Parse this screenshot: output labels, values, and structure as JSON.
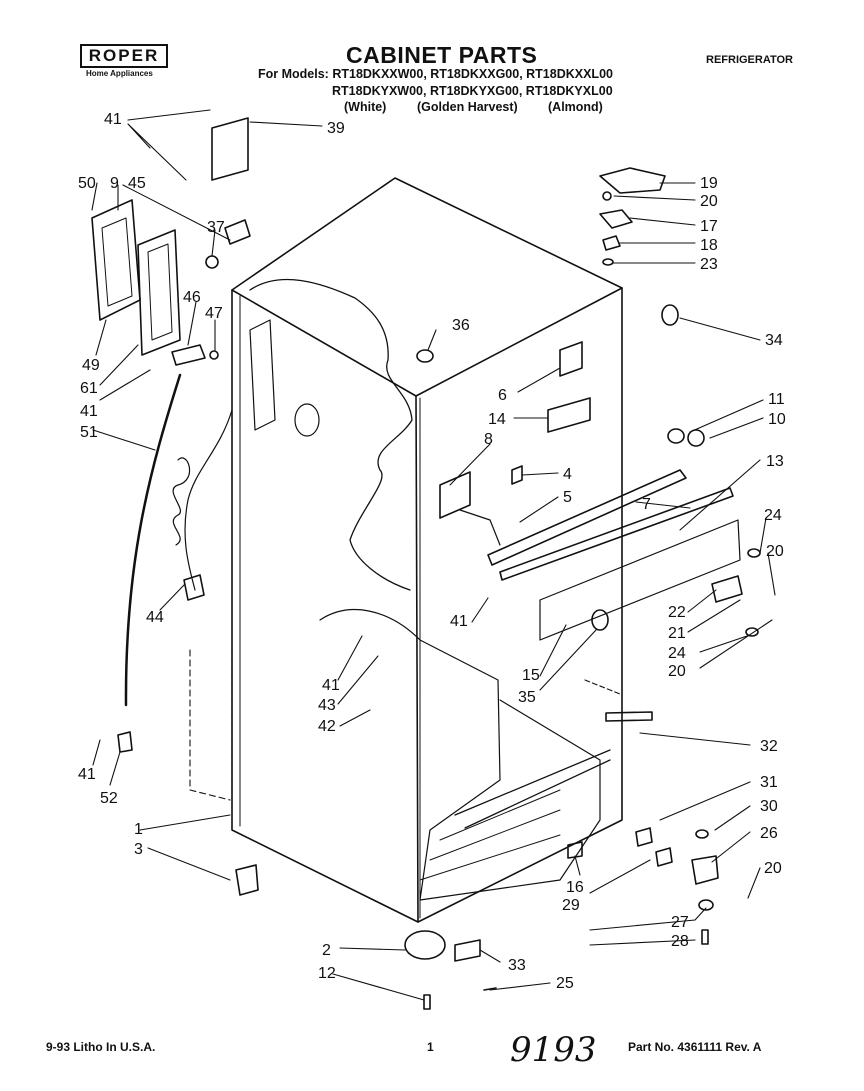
{
  "brand": {
    "name": "ROPER",
    "tagline": "Home Appliances"
  },
  "title": "CABINET PARTS",
  "models": {
    "prefix": "For Models:",
    "row1": "RT18DKXXW00, RT18DKXXG00, RT18DKXXL00",
    "row2": "RT18DKYXW00, RT18DKYXG00, RT18DKYXL00",
    "colors": [
      "(White)",
      "(Golden Harvest)",
      "(Almond)"
    ]
  },
  "category": "REFRIGERATOR",
  "footer": {
    "litho": "9-93 Litho In U.S.A.",
    "page": "1",
    "handwritten": "9193",
    "part_no": "Part No. 4361111 Rev. A"
  },
  "callouts": [
    "41",
    "39",
    "50",
    "9",
    "45",
    "37",
    "46",
    "47",
    "49",
    "61",
    "41",
    "51",
    "44",
    "41",
    "52",
    "1",
    "3",
    "2",
    "12",
    "19",
    "20",
    "17",
    "18",
    "23",
    "34",
    "36",
    "6",
    "14",
    "8",
    "11",
    "10",
    "13",
    "4",
    "5",
    "7",
    "24",
    "20",
    "22",
    "21",
    "24",
    "20",
    "41",
    "15",
    "35",
    "41",
    "43",
    "42",
    "32",
    "31",
    "30",
    "26",
    "20",
    "16",
    "29",
    "27",
    "28",
    "33",
    "25"
  ]
}
